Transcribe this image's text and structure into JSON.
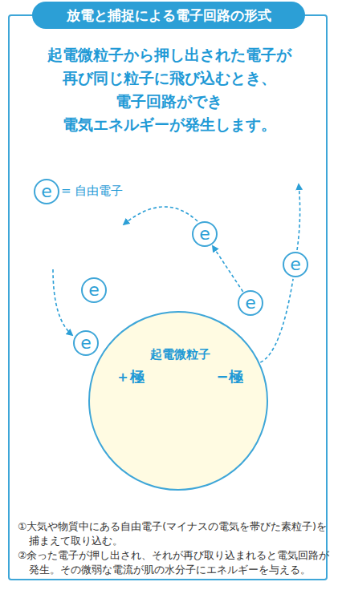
{
  "diagram": {
    "title": "放電と捕捉による電子回路の形式",
    "nodes": [
      {
        "text": [
          "e"
        ]
      },
      {
        "text": [
          "e"
        ]
      },
      {
        "text": [
          "e"
        ]
      },
      {
        "text": [
          "e"
        ]
      },
      {
        "text": [
          "e"
        ]
      },
      {
        "text": [
          "起電微粒子",
          "＋極",
          "−極"
        ]
      },
      {
        "text": [
          "e"
        ]
      }
    ],
    "edges": [
      {
        "from": 5,
        "to": 2,
        "arrow": "none"
      },
      {
        "from": 4,
        "to": 1,
        "arrow": "to"
      }
    ],
    "labels": [
      "起電微粒子から押し出された電子が",
      "再び同じ粒子に飛び込むとき、",
      "電子回路ができ",
      "電気エネルギーが発生します。",
      "①大気や物質中にある自由電子(マイナスの電気を帯びた素粒子)を捕まえて取り込む。",
      "②余った電子が押し出され、それが再び取り込まれると電気回路が発生。その微弱な電流が肌の水分子にエネルギーを与える。"
    ],
    "legend": [
      {
        "text": "= 自由電子"
      }
    ]
  }
}
